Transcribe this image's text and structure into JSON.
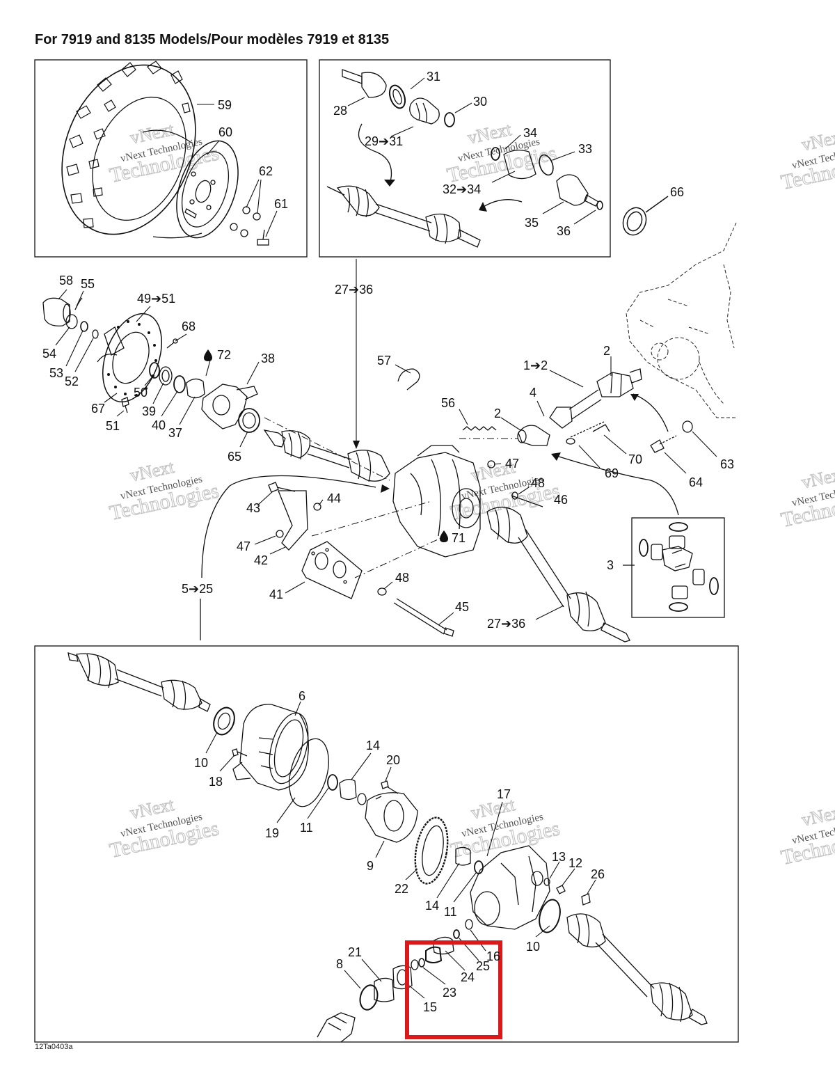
{
  "header": {
    "title": "For 7919 and 8135 Models/Pour modèles 7919 et 8135"
  },
  "footer": {
    "drawing_code": "12Ta0403a"
  },
  "watermark": {
    "line1": "vNext",
    "line2": "vNext Technologies",
    "line3": "Technologies"
  },
  "colors": {
    "frame": "#222222",
    "line": "#111111",
    "highlight": "#d9191c",
    "watermark": "#c4c4c4"
  },
  "icons": {
    "arrow": "right-arrow-icon",
    "lubricant": "oil-drop-icon"
  },
  "callouts": {
    "c59": "59",
    "c60": "60",
    "c62": "62",
    "c61": "61",
    "c31": "31",
    "c28": "28",
    "c30": "30",
    "c29_31": "29➔31",
    "c34": "34",
    "c33": "33",
    "c32_34": "32➔34",
    "c35": "35",
    "c36": "36",
    "c66": "66",
    "c58": "58",
    "c55": "55",
    "c49_51": "49➔51",
    "c27_36a": "27➔36",
    "c68": "68",
    "c54": "54",
    "c72": "72",
    "c38": "38",
    "c53": "53",
    "c52": "52",
    "c50": "50",
    "c67": "67",
    "c39": "39",
    "c40": "40",
    "c37": "37",
    "c51": "51",
    "c57": "57",
    "c1_2": "1➔2",
    "c2a": "2",
    "c4": "4",
    "c56": "56",
    "c2b": "2",
    "c70": "70",
    "c63": "63",
    "c65": "65",
    "c47a": "47",
    "c69": "69",
    "c64": "64",
    "c48a": "48",
    "c43": "43",
    "c44": "44",
    "c46": "46",
    "c47b": "47",
    "c42": "42",
    "c71": "71",
    "c3": "3",
    "c48b": "48",
    "c41": "41",
    "c5_25": "5➔25",
    "c45": "45",
    "c27_36b": "27➔36",
    "c6": "6",
    "c10a": "10",
    "c18": "18",
    "c14a": "14",
    "c20": "20",
    "c19": "19",
    "c11a": "11",
    "c17": "17",
    "c9": "9",
    "c13": "13",
    "c12": "12",
    "c26": "26",
    "c22": "22",
    "c14b": "14",
    "c11b": "11",
    "c10b": "10",
    "c16": "16",
    "c21": "21",
    "c8": "8",
    "c25": "25",
    "c24": "24",
    "c23": "23",
    "c15": "15"
  }
}
